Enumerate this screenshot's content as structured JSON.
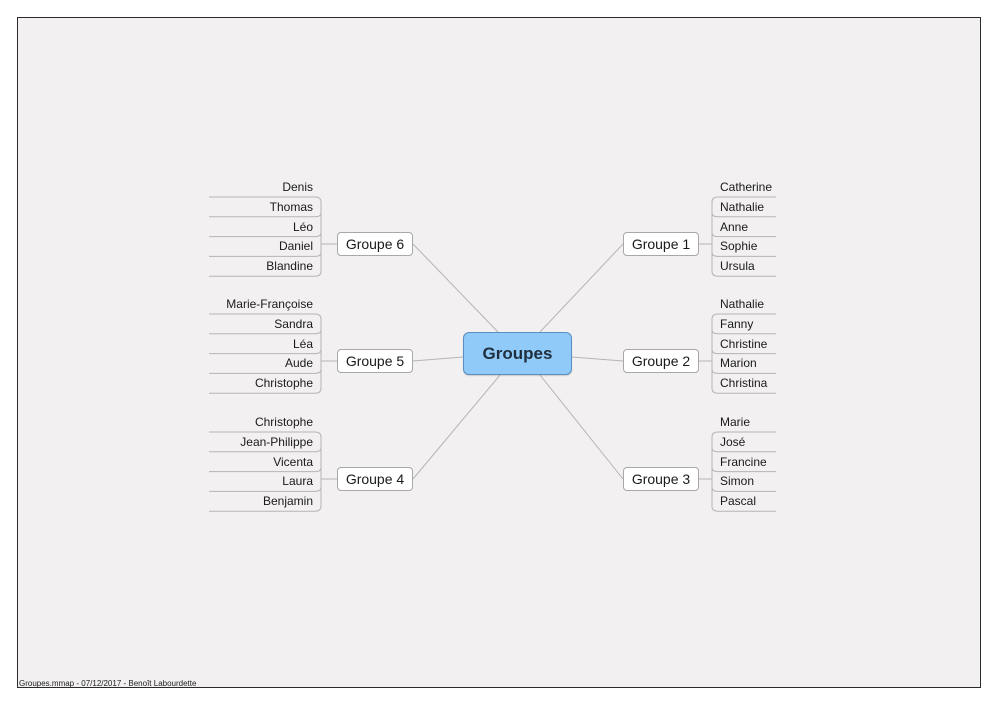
{
  "root": {
    "label": "Groupes"
  },
  "groups": [
    {
      "label": "Groupe 1",
      "members": [
        "Catherine",
        "Nathalie",
        "Anne",
        "Sophie",
        "Ursula"
      ]
    },
    {
      "label": "Groupe 2",
      "members": [
        "Nathalie",
        "Fanny",
        "Christine",
        "Marion",
        "Christina"
      ]
    },
    {
      "label": "Groupe 3",
      "members": [
        "Marie",
        "José",
        "Francine",
        "Simon",
        "Pascal"
      ]
    },
    {
      "label": "Groupe 4",
      "members": [
        "Christophe",
        "Jean-Philippe",
        "Vicenta",
        "Laura",
        "Benjamin"
      ]
    },
    {
      "label": "Groupe 5",
      "members": [
        "Marie-Françoise",
        "Sandra",
        "Léa",
        "Aude",
        "Christophe"
      ]
    },
    {
      "label": "Groupe 6",
      "members": [
        "Denis",
        "Thomas",
        "Léo",
        "Daniel",
        "Blandine"
      ]
    }
  ],
  "footer": {
    "text": "Groupes.mmap - 07/12/2017 - Benoît Labourdette"
  },
  "colors": {
    "root_fill": "#90caf9",
    "background": "#f2f0f1",
    "line": "#b5b5b5"
  }
}
